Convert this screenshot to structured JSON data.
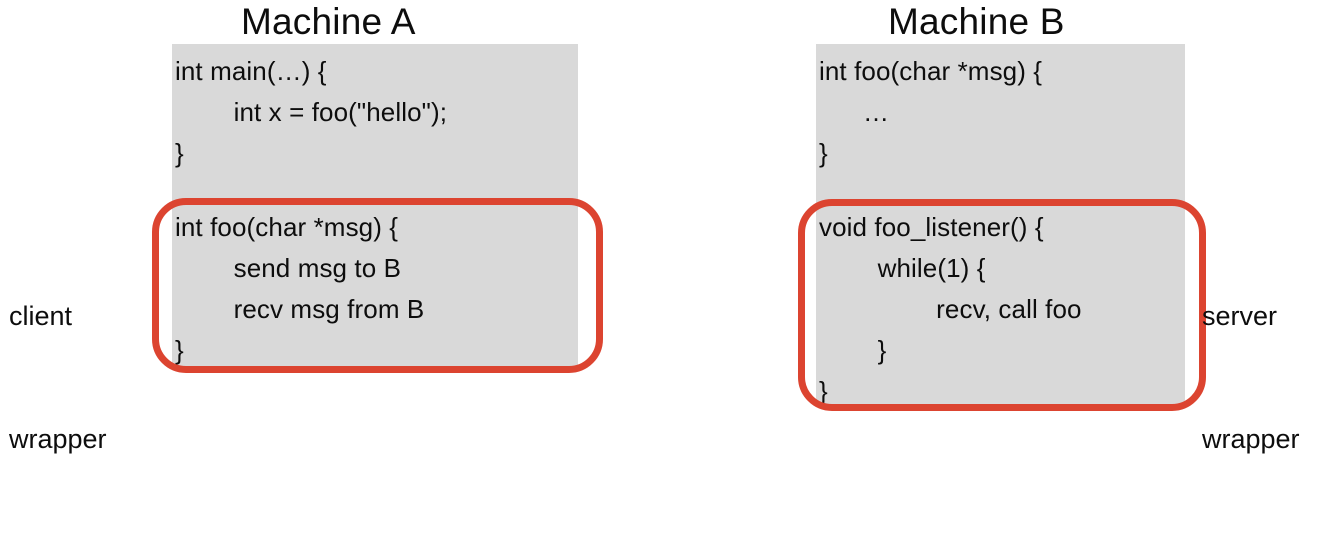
{
  "diagram": {
    "title_machine_a": "Machine A",
    "title_machine_b": "Machine B",
    "colors": {
      "panel_fill": "#d9d9d9",
      "highlight_stroke": "#dc4430",
      "text": "#0d0d0d",
      "background": "#ffffff"
    },
    "machine_a": {
      "heading": "Machine A",
      "main_block": {
        "lines": [
          "int main(…) {",
          "        int x = foo(\"hello\");",
          "}"
        ]
      },
      "wrapper_block": {
        "annotation": "client\nwrapper",
        "annotation_line_1": "client",
        "annotation_line_2": "wrapper",
        "highlighted": true,
        "lines": [
          "int foo(char *msg) {",
          "        send msg to B",
          "        recv msg from B",
          "}"
        ]
      }
    },
    "machine_b": {
      "heading": "Machine B",
      "main_block": {
        "lines": [
          "int foo(char *msg) {",
          "      …",
          "}"
        ]
      },
      "wrapper_block": {
        "annotation": "server\nwrapper",
        "annotation_line_1": "server",
        "annotation_line_2": "wrapper",
        "highlighted": true,
        "lines": [
          "void foo_listener() {",
          "        while(1) {",
          "                recv, call foo",
          "        }",
          "}"
        ]
      }
    }
  }
}
